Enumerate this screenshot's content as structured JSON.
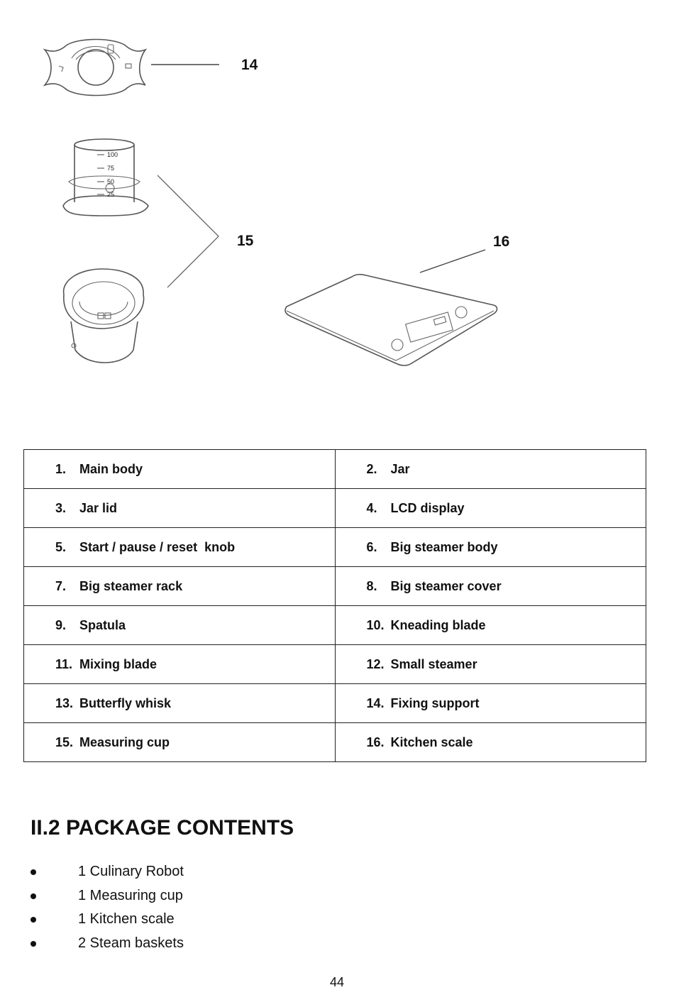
{
  "figure": {
    "callouts": [
      "14",
      "15",
      "16"
    ],
    "measuring_cup_marks": [
      "100",
      "75",
      "50",
      "25"
    ]
  },
  "parts_table": [
    [
      {
        "num": "1.",
        "label": "Main body"
      },
      {
        "num": "2.",
        "label": "Jar"
      }
    ],
    [
      {
        "num": "3.",
        "label": "Jar lid"
      },
      {
        "num": "4.",
        "label": "LCD display"
      }
    ],
    [
      {
        "num": "5.",
        "label": "Start / pause / reset  knob"
      },
      {
        "num": "6.",
        "label": "Big steamer body"
      }
    ],
    [
      {
        "num": "7.",
        "label": "Big steamer rack"
      },
      {
        "num": "8.",
        "label": "Big steamer cover"
      }
    ],
    [
      {
        "num": "9.",
        "label": "Spatula"
      },
      {
        "num": "10.",
        "label": "Kneading blade"
      }
    ],
    [
      {
        "num": "11.",
        "label": "Mixing blade"
      },
      {
        "num": "12.",
        "label": "Small steamer"
      }
    ],
    [
      {
        "num": "13.",
        "label": "Butterfly whisk"
      },
      {
        "num": "14.",
        "label": "Fixing support"
      }
    ],
    [
      {
        "num": "15.",
        "label": "Measuring cup"
      },
      {
        "num": "16.",
        "label": "Kitchen scale"
      }
    ]
  ],
  "package": {
    "heading": "II.2 PACKAGE CONTENTS",
    "items": [
      "1 Culinary Robot",
      "1 Measuring cup",
      "1 Kitchen scale",
      "2 Steam baskets"
    ]
  },
  "page_number": "44"
}
